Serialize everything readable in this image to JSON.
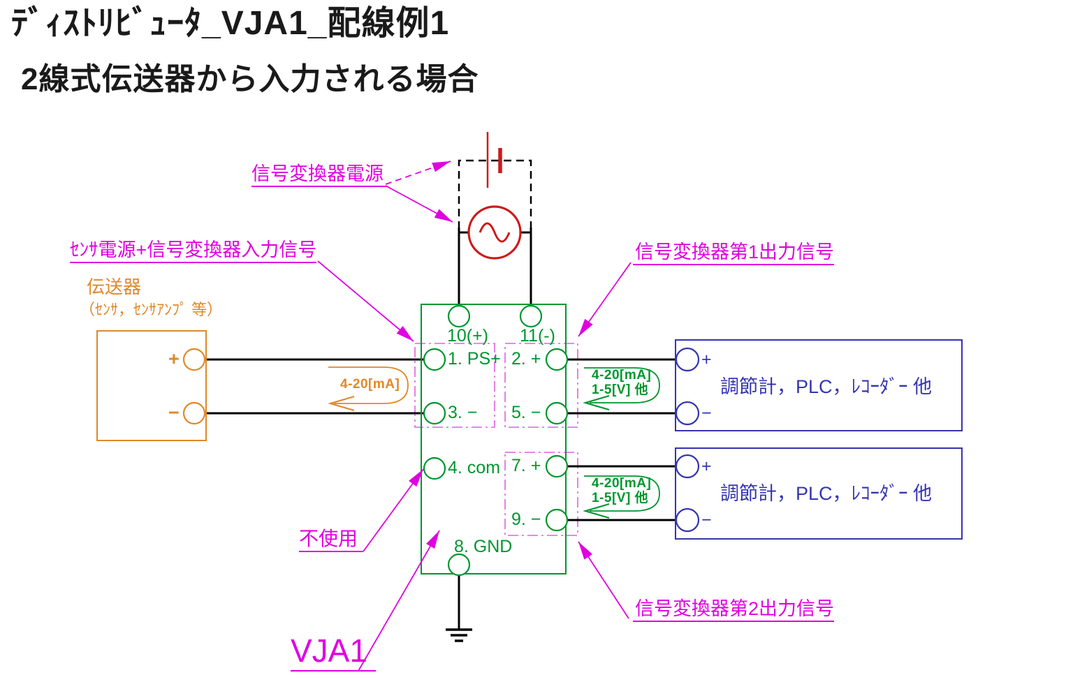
{
  "title": {
    "line1": "ﾃﾞｨｽﾄﾘﾋﾞｭｰﾀ_VJA1_配線例1",
    "line2": "2線式伝送器から入力される場合"
  },
  "labels": {
    "converter_power": "信号変換器電源",
    "sensor_input": "ｾﾝｻ電源+信号変換器入力信号",
    "output1": "信号変換器第1出力信号",
    "output2": "信号変換器第2出力信号",
    "unused": "不使用",
    "model": "VJA1"
  },
  "transmitter": {
    "title": "伝送器",
    "subtitle": "（ｾﾝｻ，ｾﾝｻｱﾝﾌﾟ 等）",
    "plus": "+",
    "minus": "−"
  },
  "vja1": {
    "t10": "10(+)",
    "t11": "11(-)",
    "t1": "1. PS+",
    "t2": "2. +",
    "t3": "3. −",
    "t5": "5. −",
    "t4": "4. com",
    "t7": "7. +",
    "t9": "9. −",
    "t8": "8. GND"
  },
  "receivers": [
    {
      "label": "調節計，PLC，ﾚｺｰﾀﾞｰ 他",
      "plus": "+",
      "minus": "−"
    },
    {
      "label": "調節計，PLC，ﾚｺｰﾀﾞｰ 他",
      "plus": "+",
      "minus": "−"
    }
  ],
  "annotations": {
    "input_current": "4-20[mA]",
    "out_line1": "4-20[mA]",
    "out_line2": "1-5[V] 他"
  },
  "colors": {
    "magenta": "#e000e0",
    "orange": "#e08828",
    "green": "#00962e",
    "blue": "#3434b0",
    "red": "#cc1a1a",
    "wire": "#000000"
  }
}
